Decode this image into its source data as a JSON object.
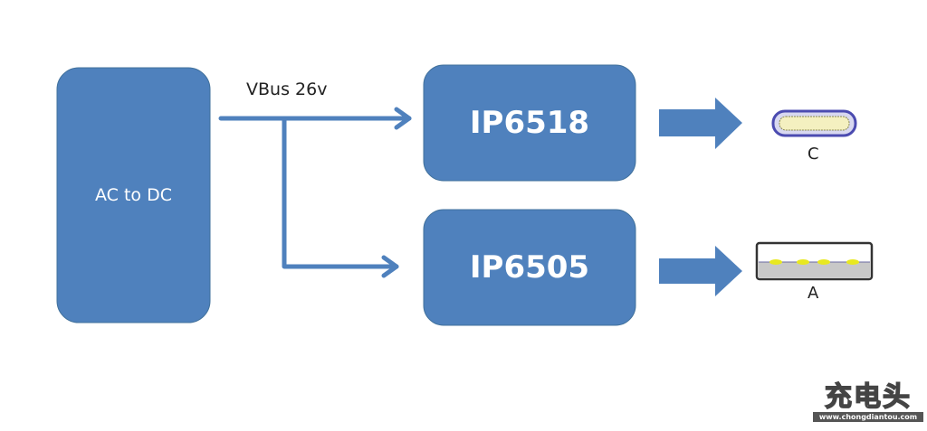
{
  "blocks": {
    "source": "AC to DC",
    "chip_top": "IP6518",
    "chip_bottom": "IP6505"
  },
  "bus_label": "VBus 26v",
  "outputs": {
    "top_connector": "C",
    "bottom_connector": "A"
  },
  "watermark": {
    "logo_text": "充电头",
    "url": "www.chongdiantou.com"
  },
  "colors": {
    "block_fill": "#4f81bd",
    "line": "#4f81bd",
    "usb_c_outline": "#4b4bb0",
    "pin": "#e8e820"
  }
}
